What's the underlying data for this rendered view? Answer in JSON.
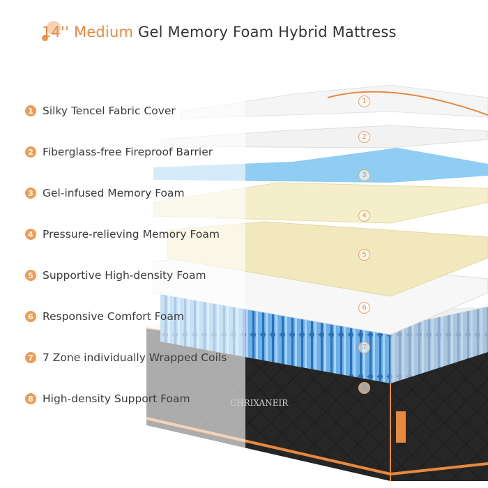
{
  "title": {
    "accent": "14'' Medium",
    "rest": "Gel Memory Foam Hybrid Mattress"
  },
  "layers": [
    {
      "num": "1",
      "label": "Silky Tencel Fabric Cover"
    },
    {
      "num": "2",
      "label": "Fiberglass-free Fireproof Barrier"
    },
    {
      "num": "3",
      "label": "Gel-infused Memory Foam"
    },
    {
      "num": "4",
      "label": "Pressure-relieving Memory Foam"
    },
    {
      "num": "5",
      "label": "Supportive High-density Foam"
    },
    {
      "num": "6",
      "label": "Responsive Comfort Foam"
    },
    {
      "num": "7",
      "label": "7 Zone individually Wrapped Coils"
    },
    {
      "num": "8",
      "label": "High-density Support Foam"
    }
  ],
  "brand": "CHRIXANEIR",
  "colors": {
    "accent": "#e8893f",
    "gel": "#7cc4ef",
    "foam": "#f3edc4",
    "coil": "#4a8fd0",
    "base": "#1e1e1e"
  }
}
